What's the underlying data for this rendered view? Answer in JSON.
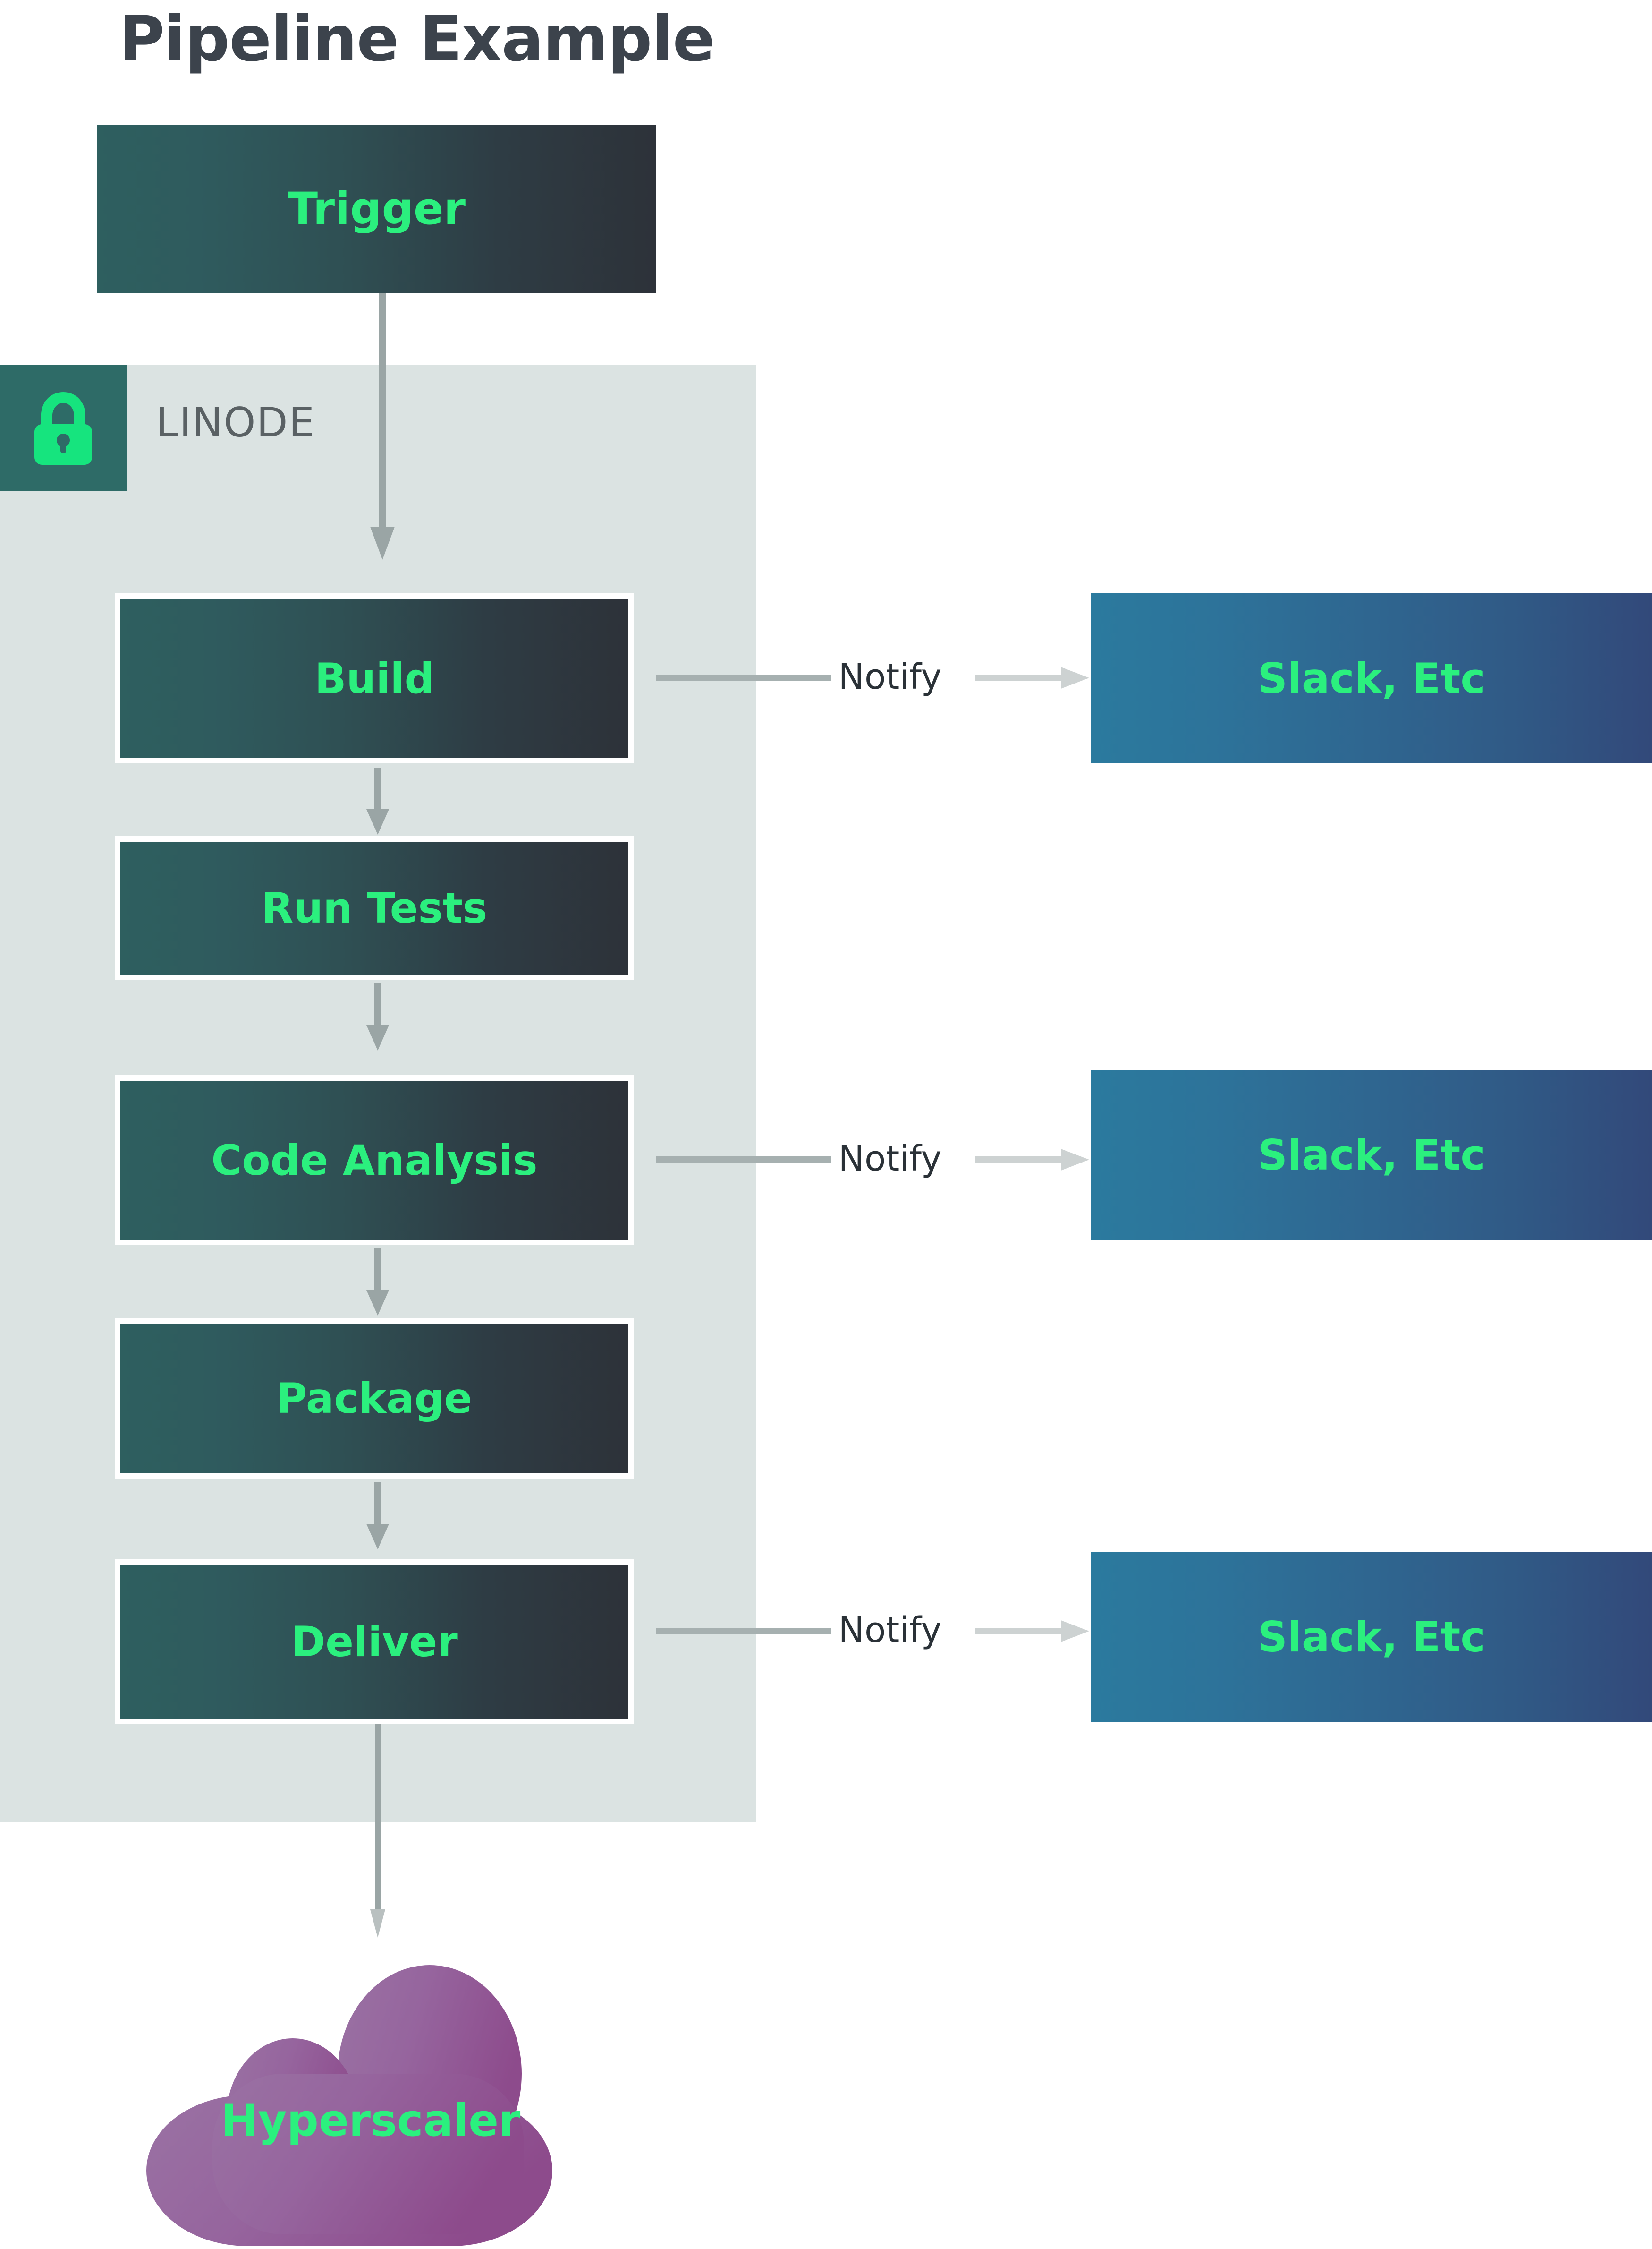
{
  "title": "Pipeline Example",
  "colors": {
    "accent_green": "#2bf07e",
    "title_text": "#3c434c",
    "container_bg": "#dbe3e2",
    "badge_bg": "#2e6b67",
    "arrow_gray": "#9aa5a5",
    "notify_text": "#2a3137",
    "stage_gradient_from": "#2e5f5f",
    "stage_gradient_to": "#2d3239",
    "notify_target_gradient_from": "#2b7a9e",
    "notify_target_gradient_to": "#32497a",
    "cloud_gradient_from": "#97699c",
    "cloud_gradient_to": "#8e4e8c"
  },
  "trigger": {
    "label": "Trigger"
  },
  "container": {
    "label": "LINODE",
    "badge_icon": "lock-icon"
  },
  "stages": [
    {
      "label": "Build"
    },
    {
      "label": "Run Tests"
    },
    {
      "label": "Code Analysis"
    },
    {
      "label": "Package"
    },
    {
      "label": "Deliver"
    }
  ],
  "notifications": [
    {
      "edge_label": "Notify",
      "target_label": "Slack, Etc",
      "from_stage": "Build"
    },
    {
      "edge_label": "Notify",
      "target_label": "Slack, Etc",
      "from_stage": "Code Analysis"
    },
    {
      "edge_label": "Notify",
      "target_label": "Slack, Etc",
      "from_stage": "Deliver"
    }
  ],
  "cloud": {
    "label": "Hyperscaler"
  }
}
